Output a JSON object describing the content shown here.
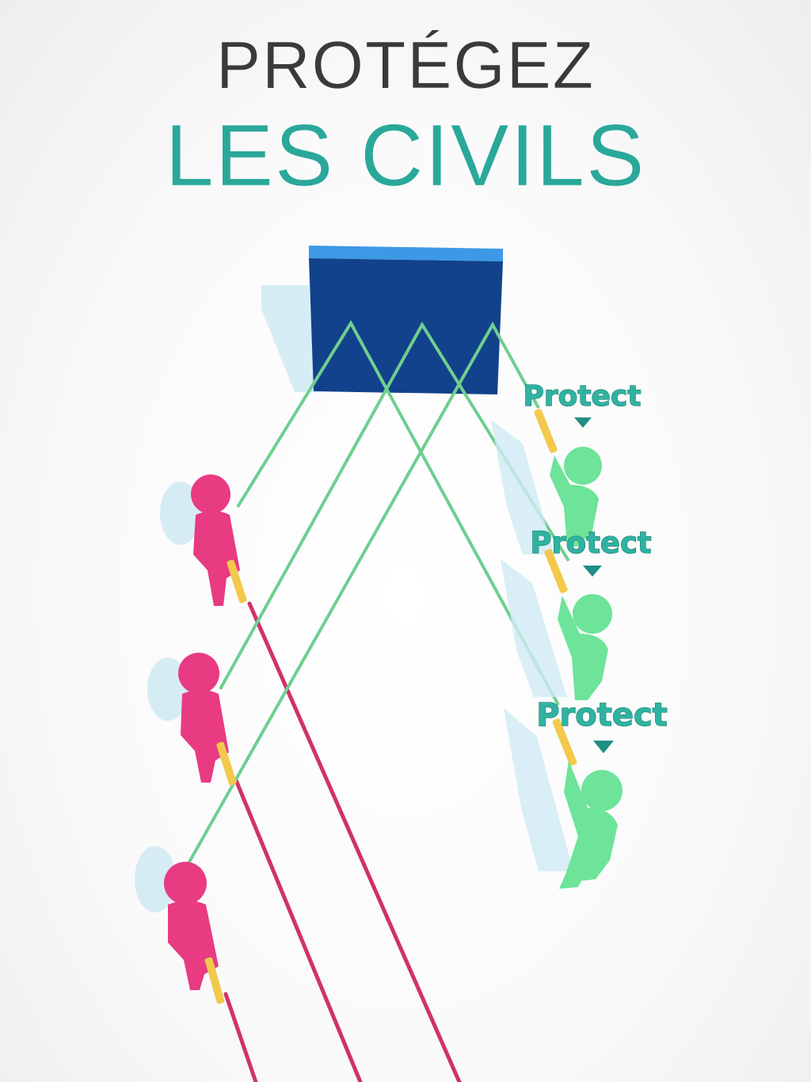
{
  "headline": {
    "line1": "PROTÉGEZ",
    "line2": "LES CIVILS"
  },
  "game": {
    "protect_label": "Protect",
    "colors": {
      "enemy": "#e83b82",
      "civilian": "#6ee39a",
      "friendly_laser": "#6fcf8f",
      "enemy_laser": "#d0326a",
      "wall_face": "#12428c",
      "wall_top": "#3d99e6",
      "gun": "#f2c94c",
      "title_accent": "#2aa89a"
    }
  }
}
